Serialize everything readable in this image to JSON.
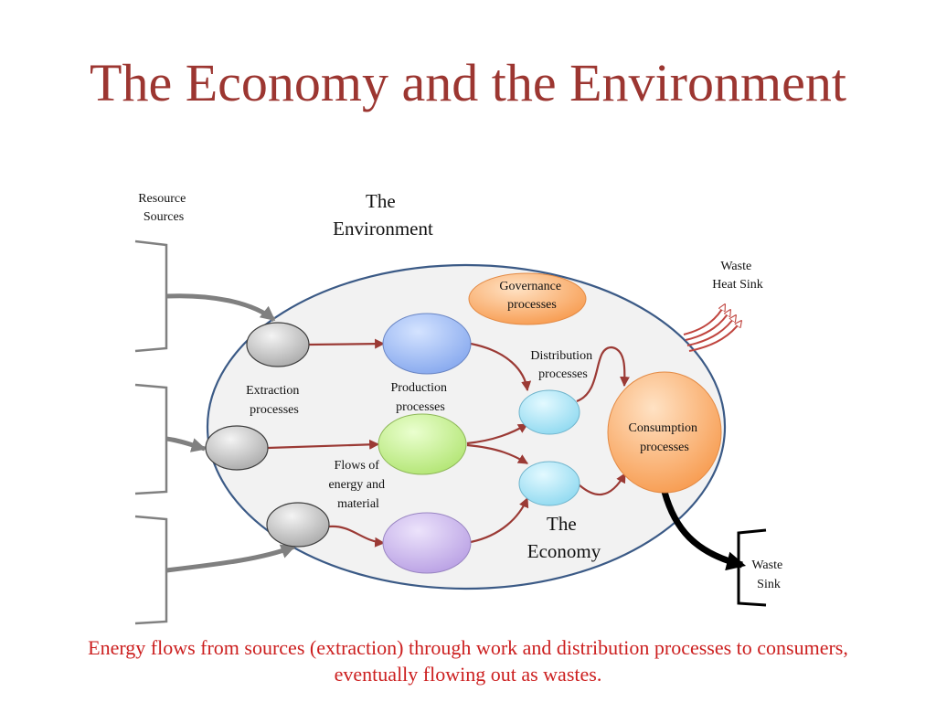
{
  "slide": {
    "title": "The Economy and the Environment",
    "caption": "Energy flows from sources (extraction) through work and distribution processes to consumers, eventually flowing out as wastes."
  },
  "diagram": {
    "resource_sources": [
      "Resource",
      "Sources"
    ],
    "environment": [
      "The",
      "Environment"
    ],
    "economy": [
      "The",
      "Economy"
    ],
    "governance": [
      "Governance",
      "processes"
    ],
    "waste_heat_sink": [
      "Waste",
      "Heat Sink"
    ],
    "distribution": [
      "Distribution",
      "processes"
    ],
    "extraction": [
      "Extraction",
      "processes"
    ],
    "production": [
      "Production",
      "processes"
    ],
    "consumption": [
      "Consumption",
      "processes"
    ],
    "flows": [
      "Flows of",
      "energy and",
      "material"
    ],
    "waste_sink": [
      "Waste",
      "Sink"
    ]
  },
  "colors": {
    "title": "#9c3631",
    "caption": "#cc1f1f",
    "flow_arrow": "#9b3a35",
    "resource_arrow": "#808080",
    "ellipse_border": "#3b5a86",
    "ellipse_fill": "#f2f2f2",
    "governance": "#f8b379",
    "consumption": "#f9a95f",
    "extraction": "#bdbdbd",
    "production_blue": "#9fbcf6",
    "production_green": "#c6f08c",
    "production_purple": "#cdb8ee",
    "distribution": "#a9e6f7"
  }
}
